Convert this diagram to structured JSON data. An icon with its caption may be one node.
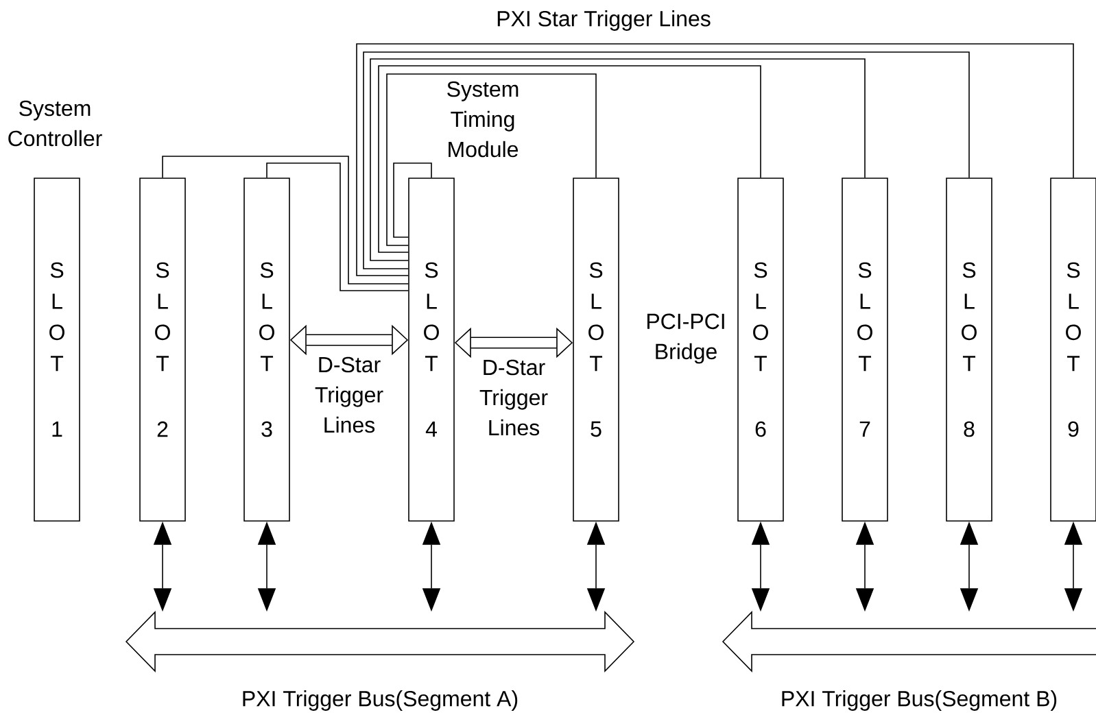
{
  "diagram": {
    "nodes": [
      {
        "text": [
          "S L O T",
          "1"
        ],
        "beside": [
          "System Controller"
        ]
      },
      {
        "text": [
          "S L O T",
          "2"
        ]
      },
      {
        "text": [
          "S L O T",
          "3"
        ]
      },
      {
        "text": [
          "S L O T",
          "4"
        ],
        "beside": [
          "System Timing Module"
        ]
      },
      {
        "text": [
          "S L O T",
          "5"
        ]
      },
      {
        "text": [
          "S L O T",
          "6"
        ],
        "beside": [
          "PCI-PCI Bridge"
        ]
      },
      {
        "text": [
          "S L O T",
          "7"
        ]
      },
      {
        "text": [
          "S L O T",
          "8"
        ]
      },
      {
        "text": [
          "S L O T",
          "9"
        ]
      },
      {
        "text": [
          "PXI Trigger Bus(Segment A)"
        ]
      },
      {
        "text": [
          "PXI Trigger Bus(Segment B)"
        ]
      }
    ],
    "edges": [
      {
        "from": 3,
        "to": 1,
        "arrow": "none"
      },
      {
        "from": 3,
        "to": 2,
        "arrow": "none"
      },
      {
        "from": 3,
        "to": 3,
        "arrow": "none"
      },
      {
        "from": 3,
        "to": 4,
        "arrow": "none"
      },
      {
        "from": 3,
        "to": 5,
        "arrow": "none"
      },
      {
        "from": 3,
        "to": 6,
        "arrow": "none"
      },
      {
        "from": 3,
        "to": 7,
        "arrow": "none"
      },
      {
        "from": 3,
        "to": 8,
        "arrow": "none"
      },
      {
        "from": 2,
        "to": 3,
        "arrow": "both",
        "label": "D-Star Trigger Lines",
        "style": "thick"
      },
      {
        "from": 3,
        "to": 4,
        "arrow": "both",
        "label": "D-Star Trigger Lines",
        "style": "thick"
      },
      {
        "from": 1,
        "to": 9,
        "arrow": "both"
      },
      {
        "from": 2,
        "to": 9,
        "arrow": "both"
      },
      {
        "from": 3,
        "to": 9,
        "arrow": "both"
      },
      {
        "from": 4,
        "to": 9,
        "arrow": "both"
      },
      {
        "from": 5,
        "to": 10,
        "arrow": "both"
      },
      {
        "from": 6,
        "to": 10,
        "arrow": "both"
      },
      {
        "from": 7,
        "to": 10,
        "arrow": "both"
      },
      {
        "from": 8,
        "to": 10,
        "arrow": "both"
      }
    ],
    "labels": [
      "PXI Star Trigger Lines"
    ]
  }
}
